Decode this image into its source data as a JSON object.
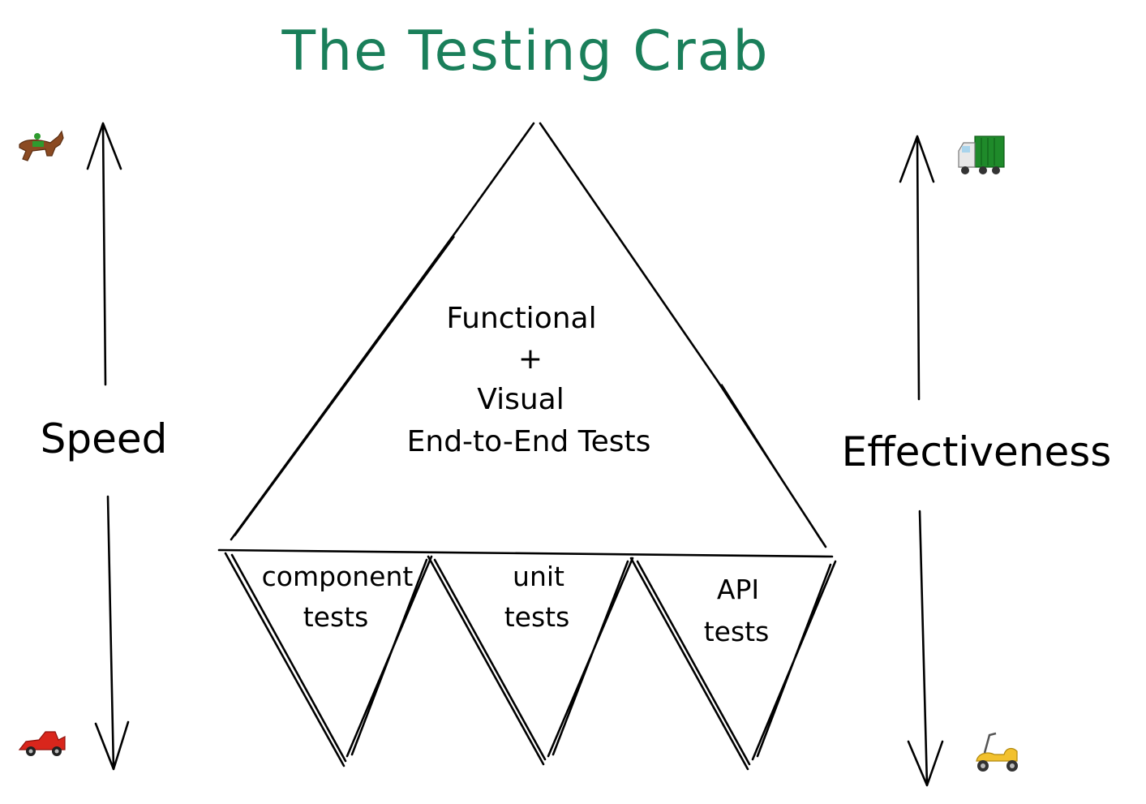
{
  "title": "The Testing Crab",
  "colors": {
    "title": "#1a7f5a",
    "ink": "#000000",
    "background": "#ffffff"
  },
  "left_axis": {
    "label": "Speed",
    "top_icon": "horse-racing-icon",
    "bottom_icon": "racing-car-icon"
  },
  "right_axis": {
    "label": "Effectiveness",
    "top_icon": "truck-icon",
    "bottom_icon": "motor-scooter-icon"
  },
  "top_triangle": {
    "line1": "Functional",
    "line2": "+",
    "line3": "Visual",
    "line4": "End-to-End Tests"
  },
  "legs": [
    {
      "line1": "component",
      "line2": "tests"
    },
    {
      "line1": "unit",
      "line2": "tests"
    },
    {
      "line1": "API",
      "line2": "tests"
    }
  ]
}
